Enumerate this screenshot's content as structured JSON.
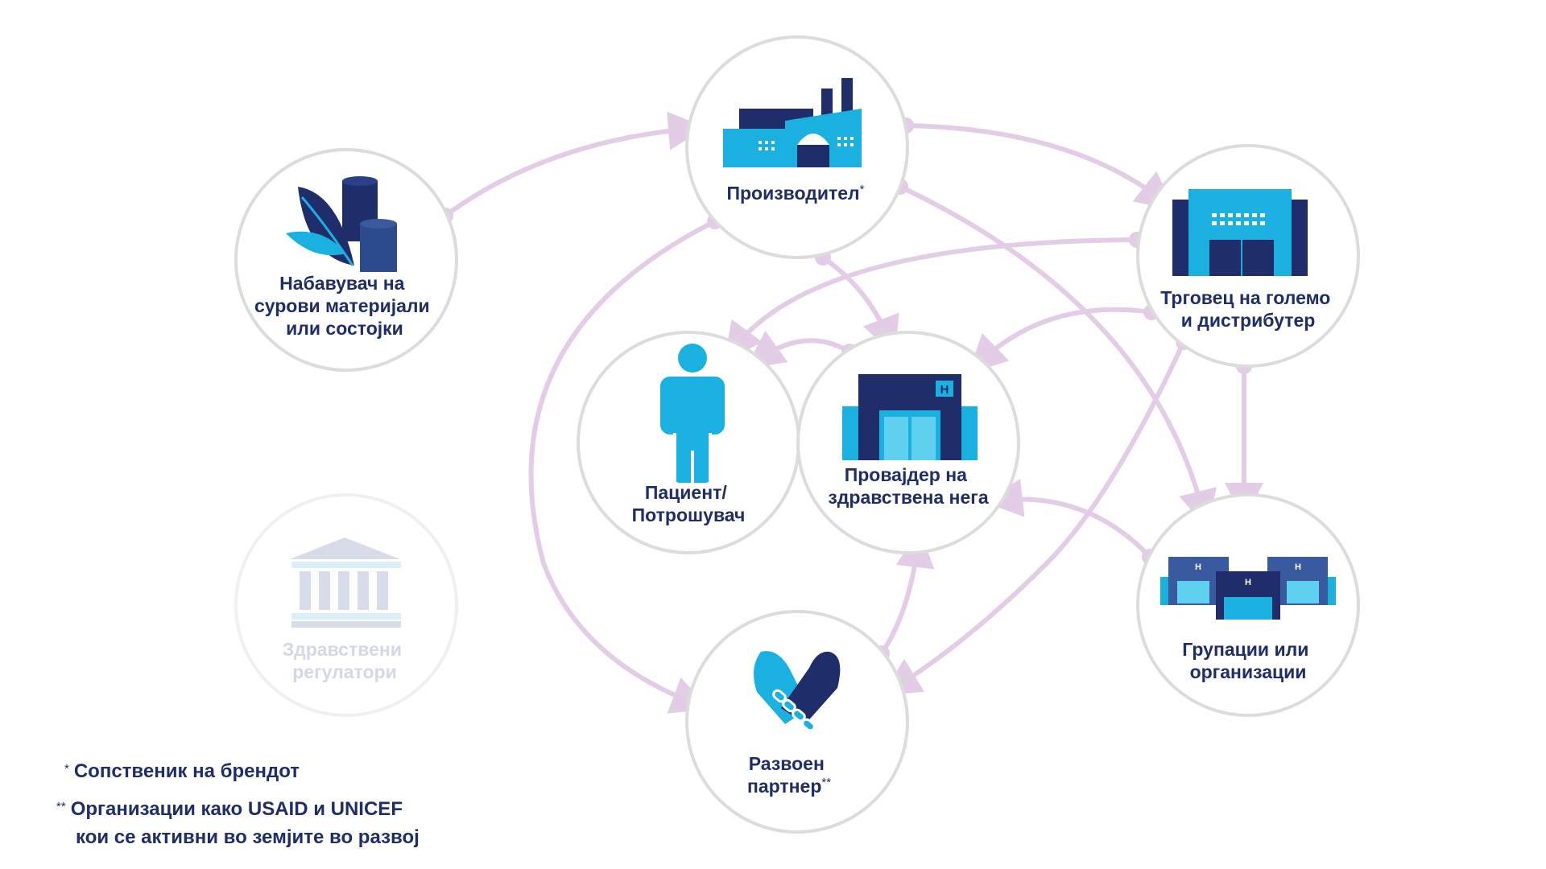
{
  "nodes": {
    "supplier": {
      "lines": [
        "Набавувач на",
        "сурови материјали",
        "или состојки"
      ],
      "icon": "plant-barrels-icon"
    },
    "manufacturer": {
      "lines": [
        "Производител"
      ],
      "mark": "*",
      "icon": "factory-icon"
    },
    "wholesaler": {
      "lines": [
        "Трговец на големо",
        "и дистрибутер"
      ],
      "icon": "warehouse-icon"
    },
    "patient": {
      "lines": [
        "Пациент/",
        "Потрошувач"
      ],
      "icon": "person-icon"
    },
    "provider": {
      "lines": [
        "Провајдер на",
        "здравствена нега"
      ],
      "icon": "hospital-icon"
    },
    "groups": {
      "lines": [
        "Групации или",
        "организации"
      ],
      "icon": "hospital-group-icon"
    },
    "regulators": {
      "lines": [
        "Здравствени",
        "регулатори"
      ],
      "icon": "government-building-icon"
    },
    "dev_partner": {
      "lines": [
        "Развоен",
        "партнер"
      ],
      "mark": "**",
      "icon": "handshake-icon"
    }
  },
  "footnotes": [
    {
      "mark": "*",
      "lines": [
        "Сопственик на брендот"
      ]
    },
    {
      "mark": "**",
      "lines": [
        "Организации како USAID и UNICEF",
        "кои се активни во земјите во развој"
      ]
    }
  ],
  "colors": {
    "navy": "#1f2d6b",
    "cyan": "#1ab1e0",
    "arrow": "#e3cde6",
    "circle": "#dcdcdc",
    "faded": "#d4d8e6"
  }
}
